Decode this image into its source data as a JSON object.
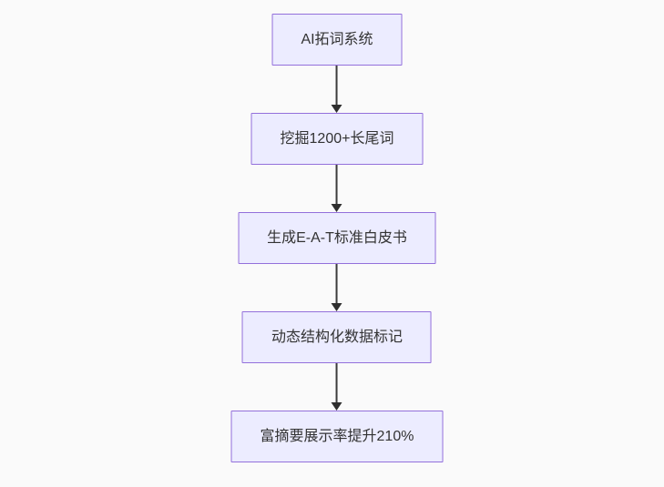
{
  "flowchart": {
    "type": "vertical-flowchart",
    "nodes": [
      {
        "id": "node-1",
        "label": "AI拓词系统"
      },
      {
        "id": "node-2",
        "label": "挖掘1200+长尾词"
      },
      {
        "id": "node-3",
        "label": "生成E-A-T标准白皮书"
      },
      {
        "id": "node-4",
        "label": "动态结构化数据标记"
      },
      {
        "id": "node-5",
        "label": "富摘要展示率提升210%"
      }
    ],
    "connections": [
      {
        "from": "node-1",
        "to": "node-2"
      },
      {
        "from": "node-2",
        "to": "node-3"
      },
      {
        "from": "node-3",
        "to": "node-4"
      },
      {
        "from": "node-4",
        "to": "node-5"
      }
    ],
    "colors": {
      "background": "#fafafa",
      "node_fill": "#ececff",
      "node_border": "#9370db",
      "node_text": "#333333",
      "arrow": "#333333"
    }
  }
}
